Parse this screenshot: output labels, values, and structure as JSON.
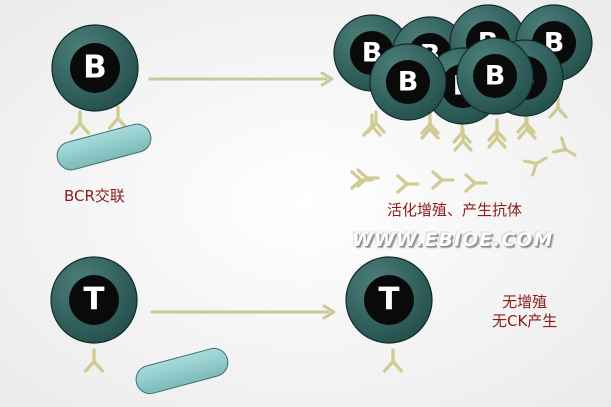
{
  "labels": {
    "bcr_crosslink": "BCR交联",
    "activation": "活化增殖、产生抗体",
    "no_proliferation": "无增殖",
    "no_ck": "无CK产生"
  },
  "cells": {
    "b_letter": "B",
    "t_letter": "T"
  },
  "watermark": "WWW.EBIOE.COM",
  "colors": {
    "cell_body": "#2e5e5a",
    "cell_nucleus": "#0a0a0a",
    "letter": "#ffffff",
    "receptor": "#cfcb93",
    "antigen": "#8ecaca",
    "arrow": "#c9c89a",
    "label_text": "#8a1c1c"
  }
}
